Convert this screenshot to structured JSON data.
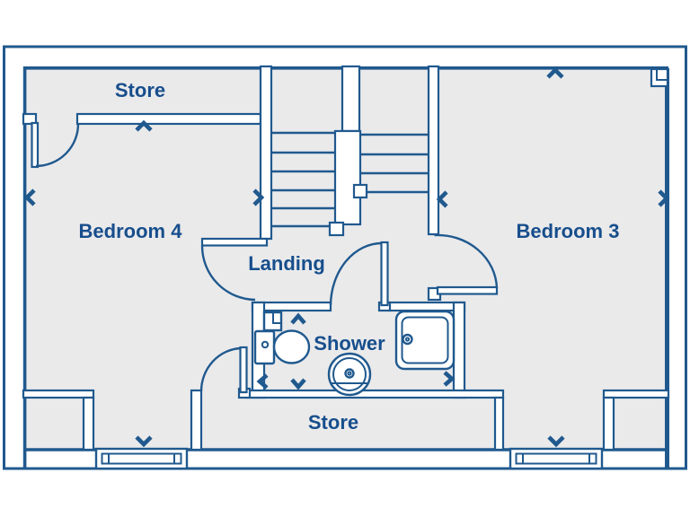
{
  "plan": {
    "type": "floor-plan",
    "rooms": [
      {
        "id": "store-top",
        "label": "Store"
      },
      {
        "id": "bedroom-4",
        "label": "Bedroom 4"
      },
      {
        "id": "landing",
        "label": "Landing"
      },
      {
        "id": "bedroom-3",
        "label": "Bedroom 3"
      },
      {
        "id": "shower",
        "label": "Shower"
      },
      {
        "id": "store-bottom",
        "label": "Store"
      }
    ],
    "symbols": [
      "staircase",
      "door-swing",
      "window",
      "toilet",
      "wash-basin",
      "shower-tray",
      "chevron-marker-up",
      "chevron-marker-down",
      "chevron-marker-left",
      "chevron-marker-right"
    ],
    "colors": {
      "wall_line": "#20598e",
      "label_text": "#174e8c",
      "floor_fill": "#eaeaeb",
      "background": "#ffffff"
    }
  }
}
